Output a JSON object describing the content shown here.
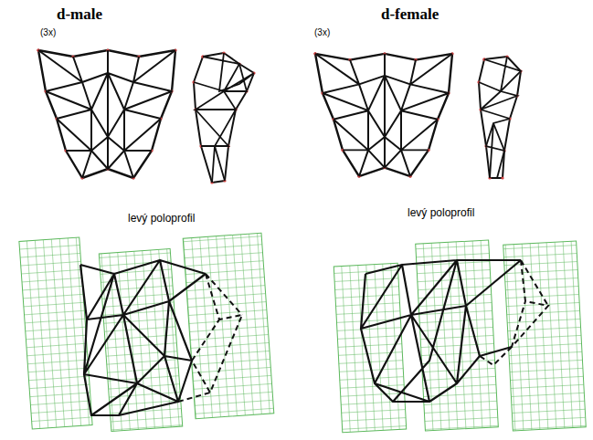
{
  "diagram": {
    "labels": [
      "d-male",
      "(3x)",
      "d-female",
      "(3x)",
      "levý poloprofil",
      "levý poloprofil"
    ]
  }
}
